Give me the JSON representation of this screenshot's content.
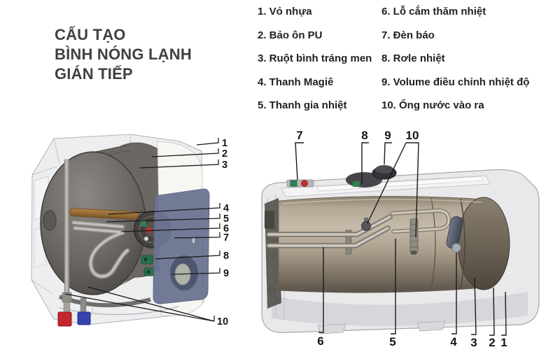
{
  "title": {
    "lines": [
      "CẤU TẠO",
      "BÌNH NÓNG LẠNH",
      "GIÁN TIẾP"
    ]
  },
  "legend": {
    "column1": [
      "1. Vỏ nhựa",
      "2. Bảo ôn PU",
      "3. Ruột bình tráng men",
      "4. Thanh Magiê",
      "5. Thanh gia nhiệt"
    ],
    "column2": [
      "6. Lỗ cắm thăm nhiệt",
      "7. Đèn báo",
      "8. Rơle nhiệt",
      "9. Volume điều chỉnh nhiệt độ",
      "10. Ống nước vào ra"
    ]
  },
  "diagram_left": {
    "callouts": [
      "1",
      "2",
      "3",
      "4",
      "5",
      "6",
      "7",
      "8",
      "9",
      "10"
    ]
  },
  "diagram_right": {
    "callouts_top": [
      "7",
      "8",
      "9",
      "10"
    ],
    "callouts_bottom": [
      "6",
      "5",
      "4",
      "3",
      "2",
      "1"
    ]
  },
  "colors": {
    "title_text": "#414042",
    "legend_text": "#231f20",
    "callout_line": "#1a1a1a",
    "hot_inlet_red": "#c4262d",
    "cold_inlet_blue": "#3542ad",
    "control_panel_slate": "#6b7492",
    "relay_green": "#2a6e49",
    "indicator_green": "#2f8050",
    "indicator_red": "#c23128",
    "magnesium_rod_brown": "#9c6b33",
    "tank_gray": "#57534f",
    "tank_tan": "#a89a86",
    "shell_gray": "#e9e9eb"
  }
}
